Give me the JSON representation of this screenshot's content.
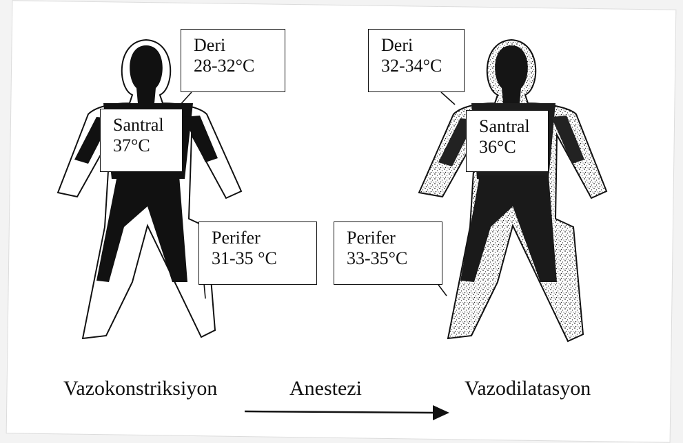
{
  "figure": {
    "left_body": {
      "deri": {
        "label": "Deri",
        "value": "28-32°C"
      },
      "santral": {
        "label": "Santral",
        "value": "37°C"
      },
      "perifer": {
        "label": "Perifer",
        "value": "31-35 °C"
      },
      "caption": "Vazokonstriksiyon"
    },
    "right_body": {
      "deri": {
        "label": "Deri",
        "value": "32-34°C"
      },
      "santral": {
        "label": "Santral",
        "value": "36°C"
      },
      "perifer": {
        "label": "Perifer",
        "value": "33-35°C"
      },
      "caption": "Vazodilatasyon"
    },
    "arrow_label": "Anestezi"
  }
}
